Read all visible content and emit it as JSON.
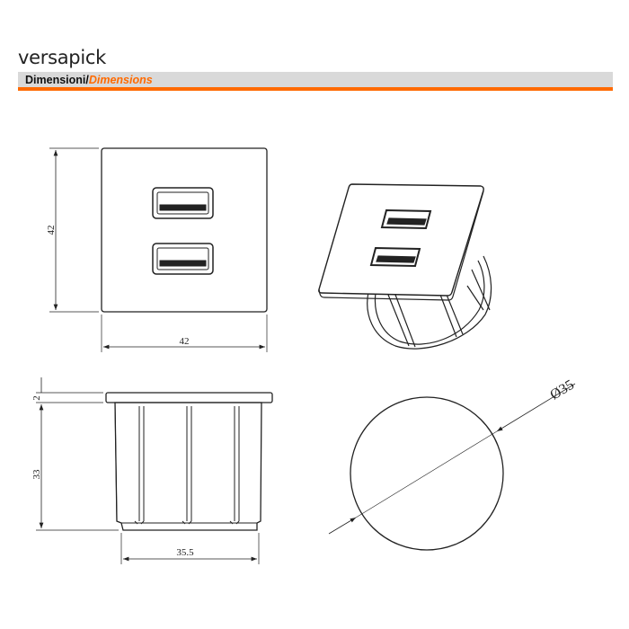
{
  "header": {
    "title": "versapick",
    "section_label_it": "Dimensioni",
    "separator": "/",
    "section_label_en": "Dimensions",
    "accent_color": "#ff6a00"
  },
  "drawings": {
    "front_view": {
      "height_label": "42",
      "width_label": "42"
    },
    "side_view": {
      "plate_thickness_label": "2",
      "body_height_label": "33",
      "body_width_label": "35.5"
    },
    "cutout_view": {
      "diameter_label": "Ø35"
    }
  }
}
